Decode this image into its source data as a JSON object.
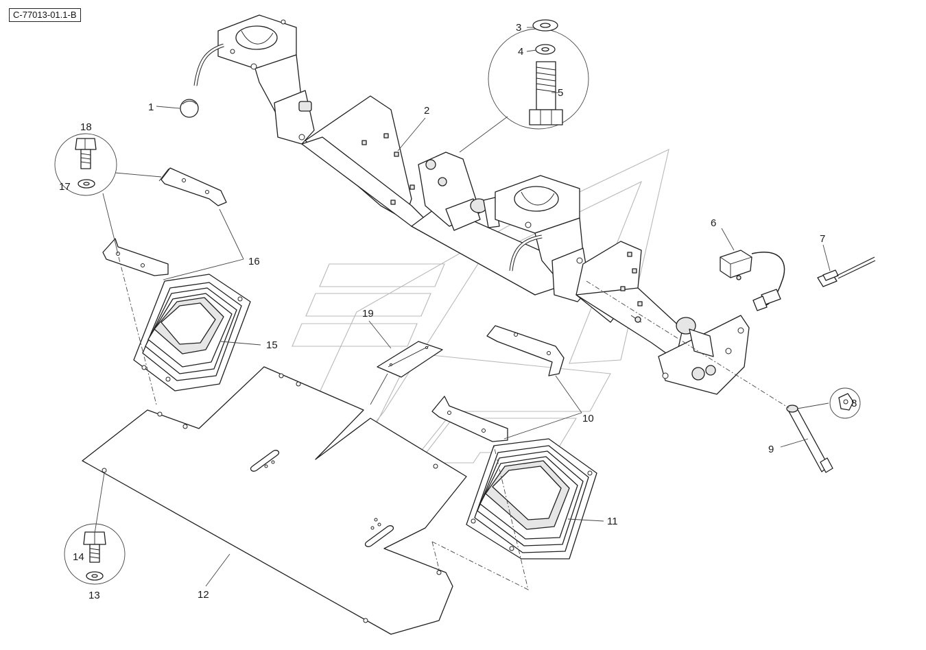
{
  "drawing": {
    "reference": "C-77013-01.1-B"
  },
  "callouts": [
    {
      "id": "1",
      "label": "1"
    },
    {
      "id": "2",
      "label": "2"
    },
    {
      "id": "3",
      "label": "3"
    },
    {
      "id": "4",
      "label": "4"
    },
    {
      "id": "5",
      "label": "5"
    },
    {
      "id": "6",
      "label": "6"
    },
    {
      "id": "7",
      "label": "7"
    },
    {
      "id": "8",
      "label": "8"
    },
    {
      "id": "9",
      "label": "9"
    },
    {
      "id": "10",
      "label": "10"
    },
    {
      "id": "11",
      "label": "11"
    },
    {
      "id": "12",
      "label": "12"
    },
    {
      "id": "13",
      "label": "13"
    },
    {
      "id": "14",
      "label": "14"
    },
    {
      "id": "15",
      "label": "15"
    },
    {
      "id": "16",
      "label": "16"
    },
    {
      "id": "17",
      "label": "17"
    },
    {
      "id": "18",
      "label": "18"
    },
    {
      "id": "19",
      "label": "19"
    }
  ],
  "colors": {
    "line": "#1f1f1f",
    "leader": "#444444",
    "watermark": "#b8b8b8",
    "background": "#ffffff"
  }
}
